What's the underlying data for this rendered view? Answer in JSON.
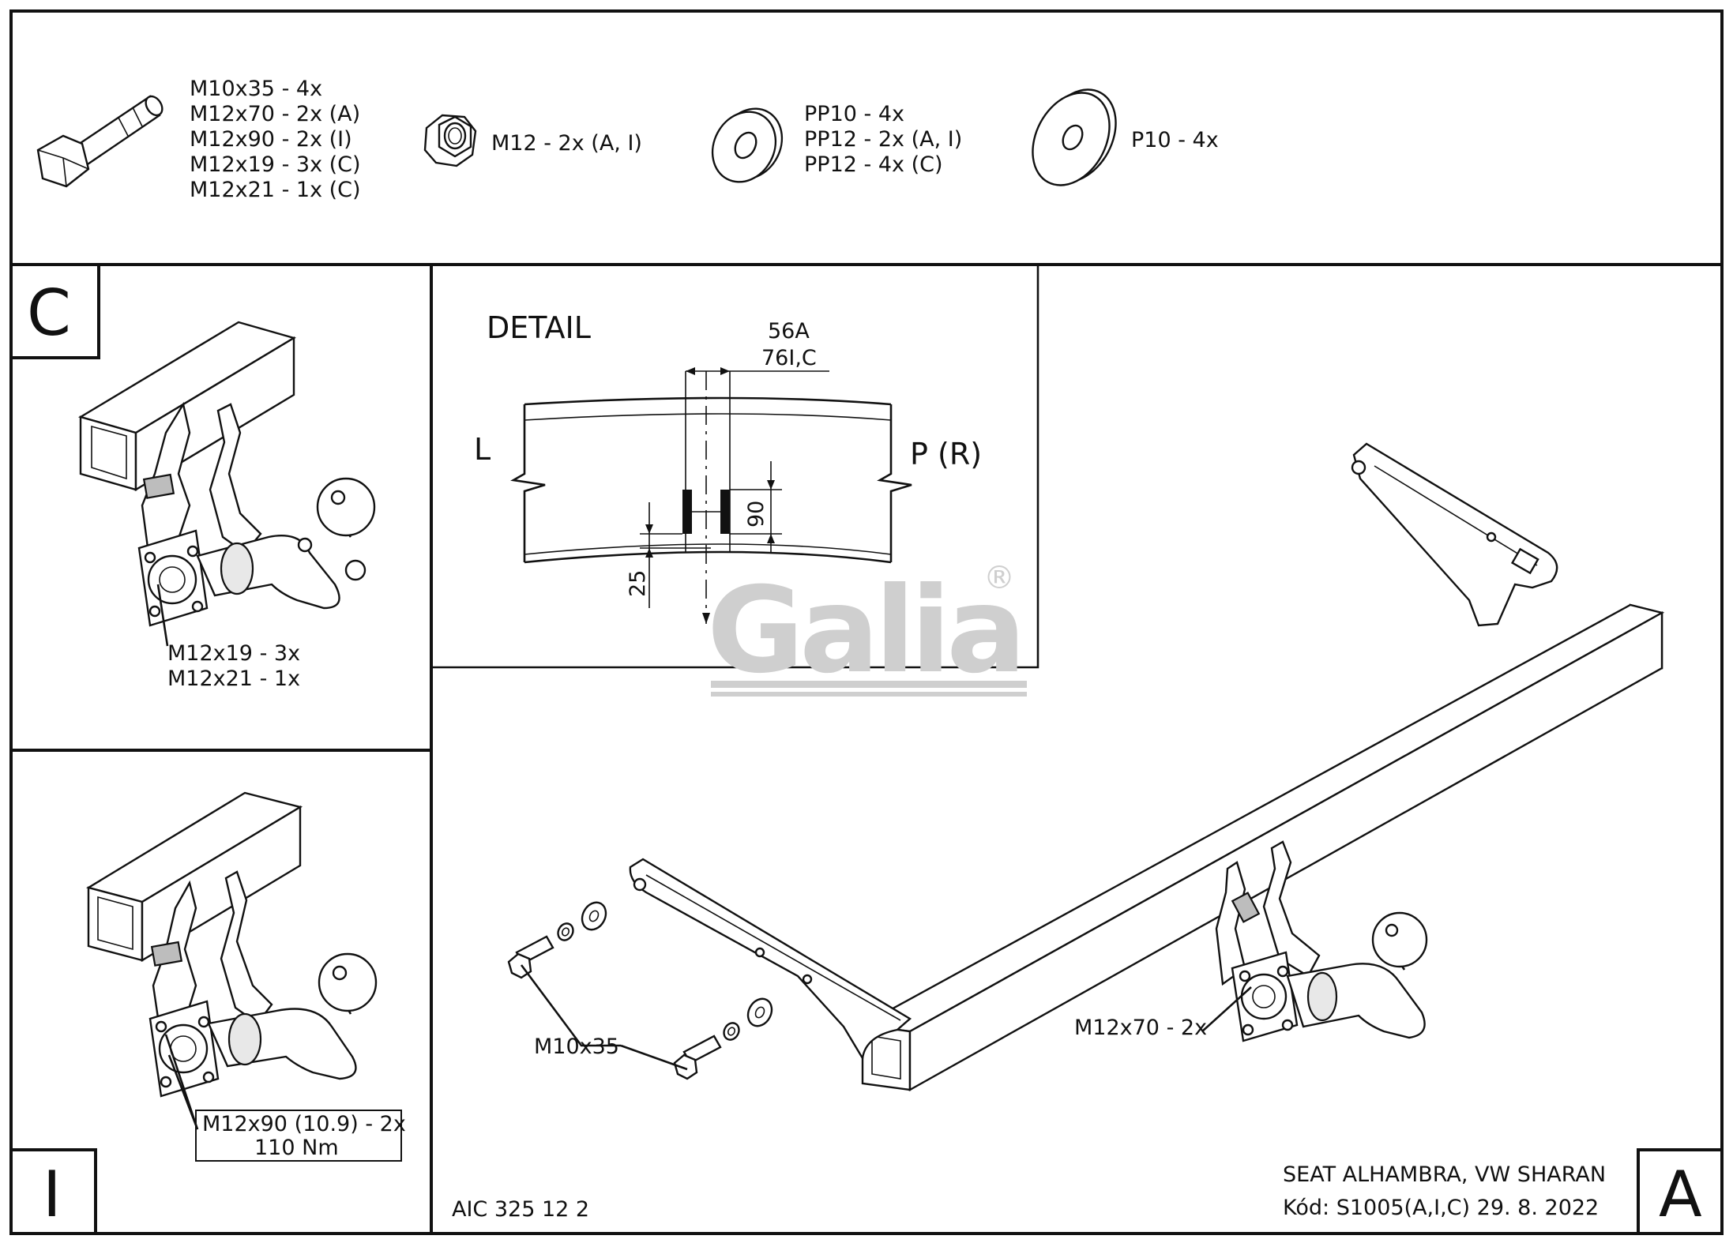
{
  "hardware": {
    "bolt_lines": [
      "M10x35 - 4x",
      "M12x70 - 2x (A)",
      "M12x90 - 2x (I)",
      "M12x19 - 3x (C)",
      "M12x21 - 1x (C)"
    ],
    "nut_label": "M12 - 2x (A, I)",
    "washer_lines": [
      "PP10 - 4x",
      "PP12 - 2x (A, I)",
      "PP12 - 4x (C)"
    ],
    "large_washer_label": "P10 - 4x"
  },
  "panel_c": {
    "letter": "C",
    "callout_lines": [
      "M12x19 - 3x",
      "M12x21 - 1x"
    ]
  },
  "panel_i": {
    "letter": "I",
    "callout_lines": [
      "M12x90 (10.9) - 2x",
      "110 Nm"
    ]
  },
  "detail": {
    "title": "DETAIL",
    "dim_top_lines": [
      "56A",
      "76I,C"
    ],
    "left_label": "L",
    "right_label": "P (R)",
    "dim_height": "90",
    "dim_offset": "25"
  },
  "main": {
    "letter": "A",
    "bolt_callout": "M10x35",
    "ball_callout": "M12x70 - 2x",
    "part_code": "AIC 325 12 2",
    "vehicle": "SEAT ALHAMBRA, VW SHARAN",
    "code_line": "Kód: S1005(A,I,C)  29. 8. 2022"
  },
  "logo": {
    "text": "Galia",
    "registered": "®",
    "color": "#c8c8c8"
  }
}
